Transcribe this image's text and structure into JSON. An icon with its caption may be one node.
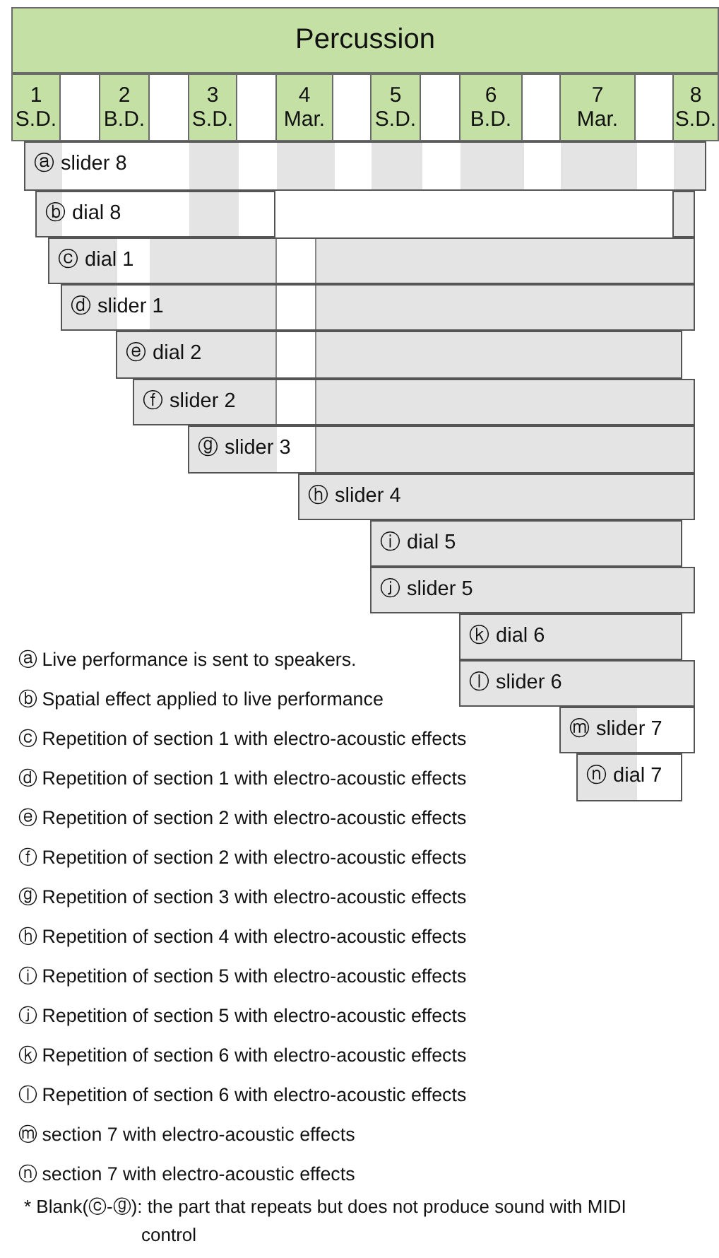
{
  "diagram": {
    "nodes": [
      {
        "text": [
          "Percussion"
        ]
      },
      {
        "text": [
          "1",
          "S.D."
        ]
      },
      {
        "text": [
          "2",
          "B.D."
        ]
      },
      {
        "text": [
          "3",
          "S.D."
        ]
      },
      {
        "text": [
          "4",
          "Mar."
        ]
      },
      {
        "text": [
          "5",
          "S.D."
        ]
      },
      {
        "text": [
          "6",
          "B.D."
        ]
      },
      {
        "text": [
          "7",
          "Mar."
        ]
      },
      {
        "text": [
          "8",
          "S.D."
        ]
      },
      {
        "text": [
          "ⓐ slider 8"
        ]
      },
      {
        "text": [
          "ⓑ dial 8"
        ]
      },
      {
        "text": [
          "ⓒ dial 1"
        ]
      },
      {
        "text": [
          "ⓓ slider 1"
        ]
      },
      {
        "text": [
          "ⓔ dial 2"
        ]
      },
      {
        "text": [
          "ⓕ slider 2"
        ]
      },
      {
        "text": [
          "ⓖ slider 3"
        ]
      },
      {
        "text": [
          "ⓗ slider 4"
        ]
      },
      {
        "text": [
          "ⓘ dial 5"
        ]
      },
      {
        "text": [
          "ⓙ slider 5"
        ]
      },
      {
        "text": [
          "ⓚ dial 6"
        ]
      },
      {
        "text": [
          "ⓛ slider 6"
        ]
      },
      {
        "text": [
          "ⓜ slider 7"
        ]
      },
      {
        "text": [
          "ⓝ dial 7"
        ]
      }
    ],
    "labels": [
      "ⓐ Live performance is sent to speakers.",
      "ⓑ Spatial effect applied to live performance",
      "ⓒ Repetition of section 1 with electro-acoustic effects",
      "ⓓ Repetition of section 1 with electro-acoustic effects",
      "ⓔ Repetition of section 2 with electro-acoustic effects",
      "ⓕ Repetition of section 2 with electro-acoustic effects",
      "ⓖ Repetition of section 3 with electro-acoustic effects",
      "ⓗ Repetition of section 4 with electro-acoustic effects",
      "ⓘ Repetition of section 5 with electro-acoustic effects",
      "ⓙ Repetition of section 5 with electro-acoustic effects",
      "ⓚ Repetition of section 6 with electro-acoustic effects",
      "ⓛ Repetition of section 6 with electro-acoustic effects",
      "ⓜ section 7 with electro-acoustic effects",
      "ⓝ section 7 with electro-acoustic effects",
      "* Blank(ⓒ-ⓖ): the part that repeats but does not produce sound with MIDI control"
    ]
  }
}
